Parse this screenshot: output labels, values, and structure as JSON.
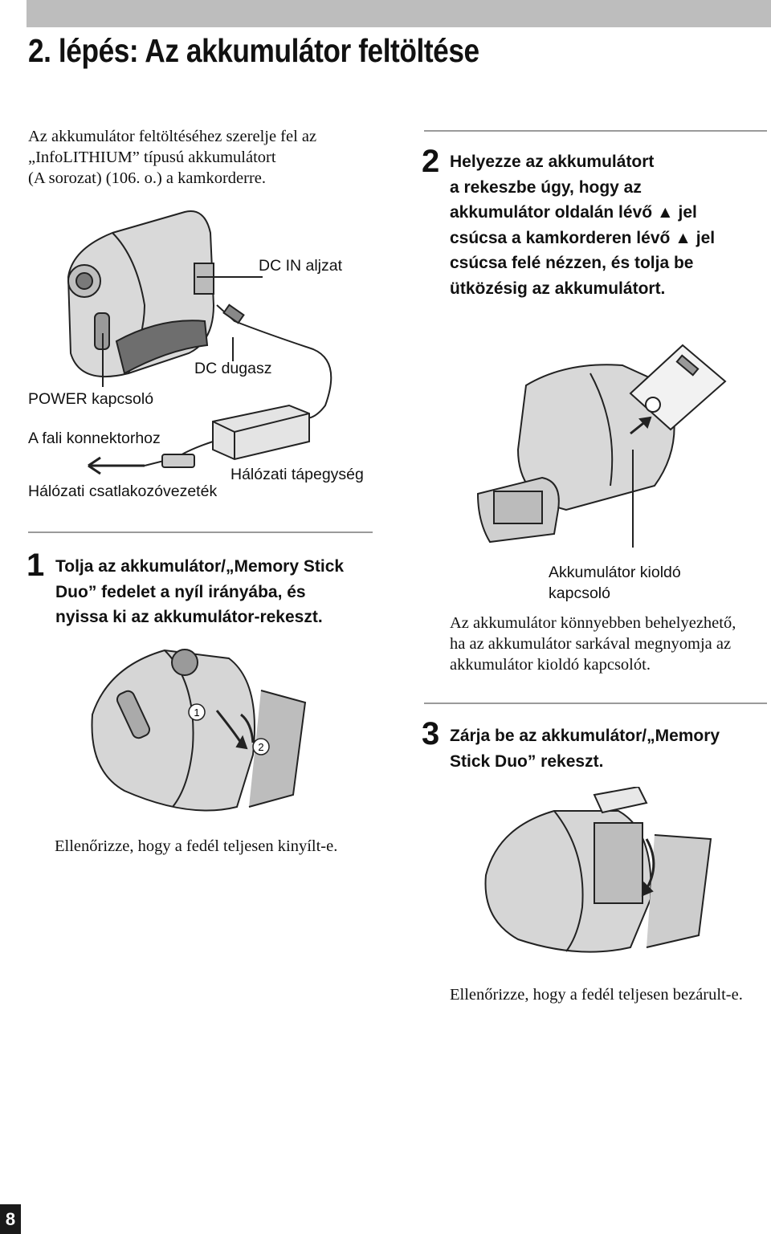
{
  "header": {
    "title": "2. lépés: Az akkumulátor feltöltése"
  },
  "intro": {
    "line1": "Az akkumulátor feltöltéséhez szerelje fel az",
    "line2": "„InfoLITHIUM” típusú akkumulátort",
    "line3": "(A sorozat) (106. o.) a kamkorderre."
  },
  "figure_main": {
    "dc_in_label": "DC IN aljzat",
    "dc_plug_label": "DC dugasz",
    "power_switch_label": "POWER kapcsoló",
    "wall_outlet_label": "A fali konnektorhoz",
    "ac_adaptor_label": "Hálózati tápegység",
    "power_cord_label": "Hálózati csatlakozóvezeték"
  },
  "step1": {
    "number": "1",
    "line1": "Tolja az akkumulátor/„Memory Stick",
    "line2": "Duo” fedelet a nyíl irányába, és",
    "line3": "nyissa ki az akkumulátor-rekeszt.",
    "figure_note": "Ellenőrizze, hogy a fedél teljesen kinyílt-e.",
    "marker1": "1",
    "marker2": "2"
  },
  "step2": {
    "number": "2",
    "line1": "Helyezze az akkumulátort",
    "line2": "a rekeszbe úgy, hogy az",
    "line3": "akkumulátor oldalán lévő ▲ jel",
    "line4": "csúcsa a kamkorderen lévő ▲ jel",
    "line5": "csúcsa felé nézzen, és tolja be",
    "line6": "ütközésig az akkumulátort.",
    "release_label_line1": "Akkumulátor kioldó",
    "release_label_line2": "kapcsoló",
    "note_line1": "Az akkumulátor könnyebben behelyezhető,",
    "note_line2": "ha az akkumulátor sarkával megnyomja az",
    "note_line3": "akkumulátor kioldó kapcsolót."
  },
  "step3": {
    "number": "3",
    "line1": "Zárja be az akkumulátor/„Memory",
    "line2": "Stick Duo” rekeszt.",
    "figure_note": "Ellenőrizze, hogy a fedél teljesen bezárult-e."
  },
  "footer": {
    "page_number": "8"
  }
}
